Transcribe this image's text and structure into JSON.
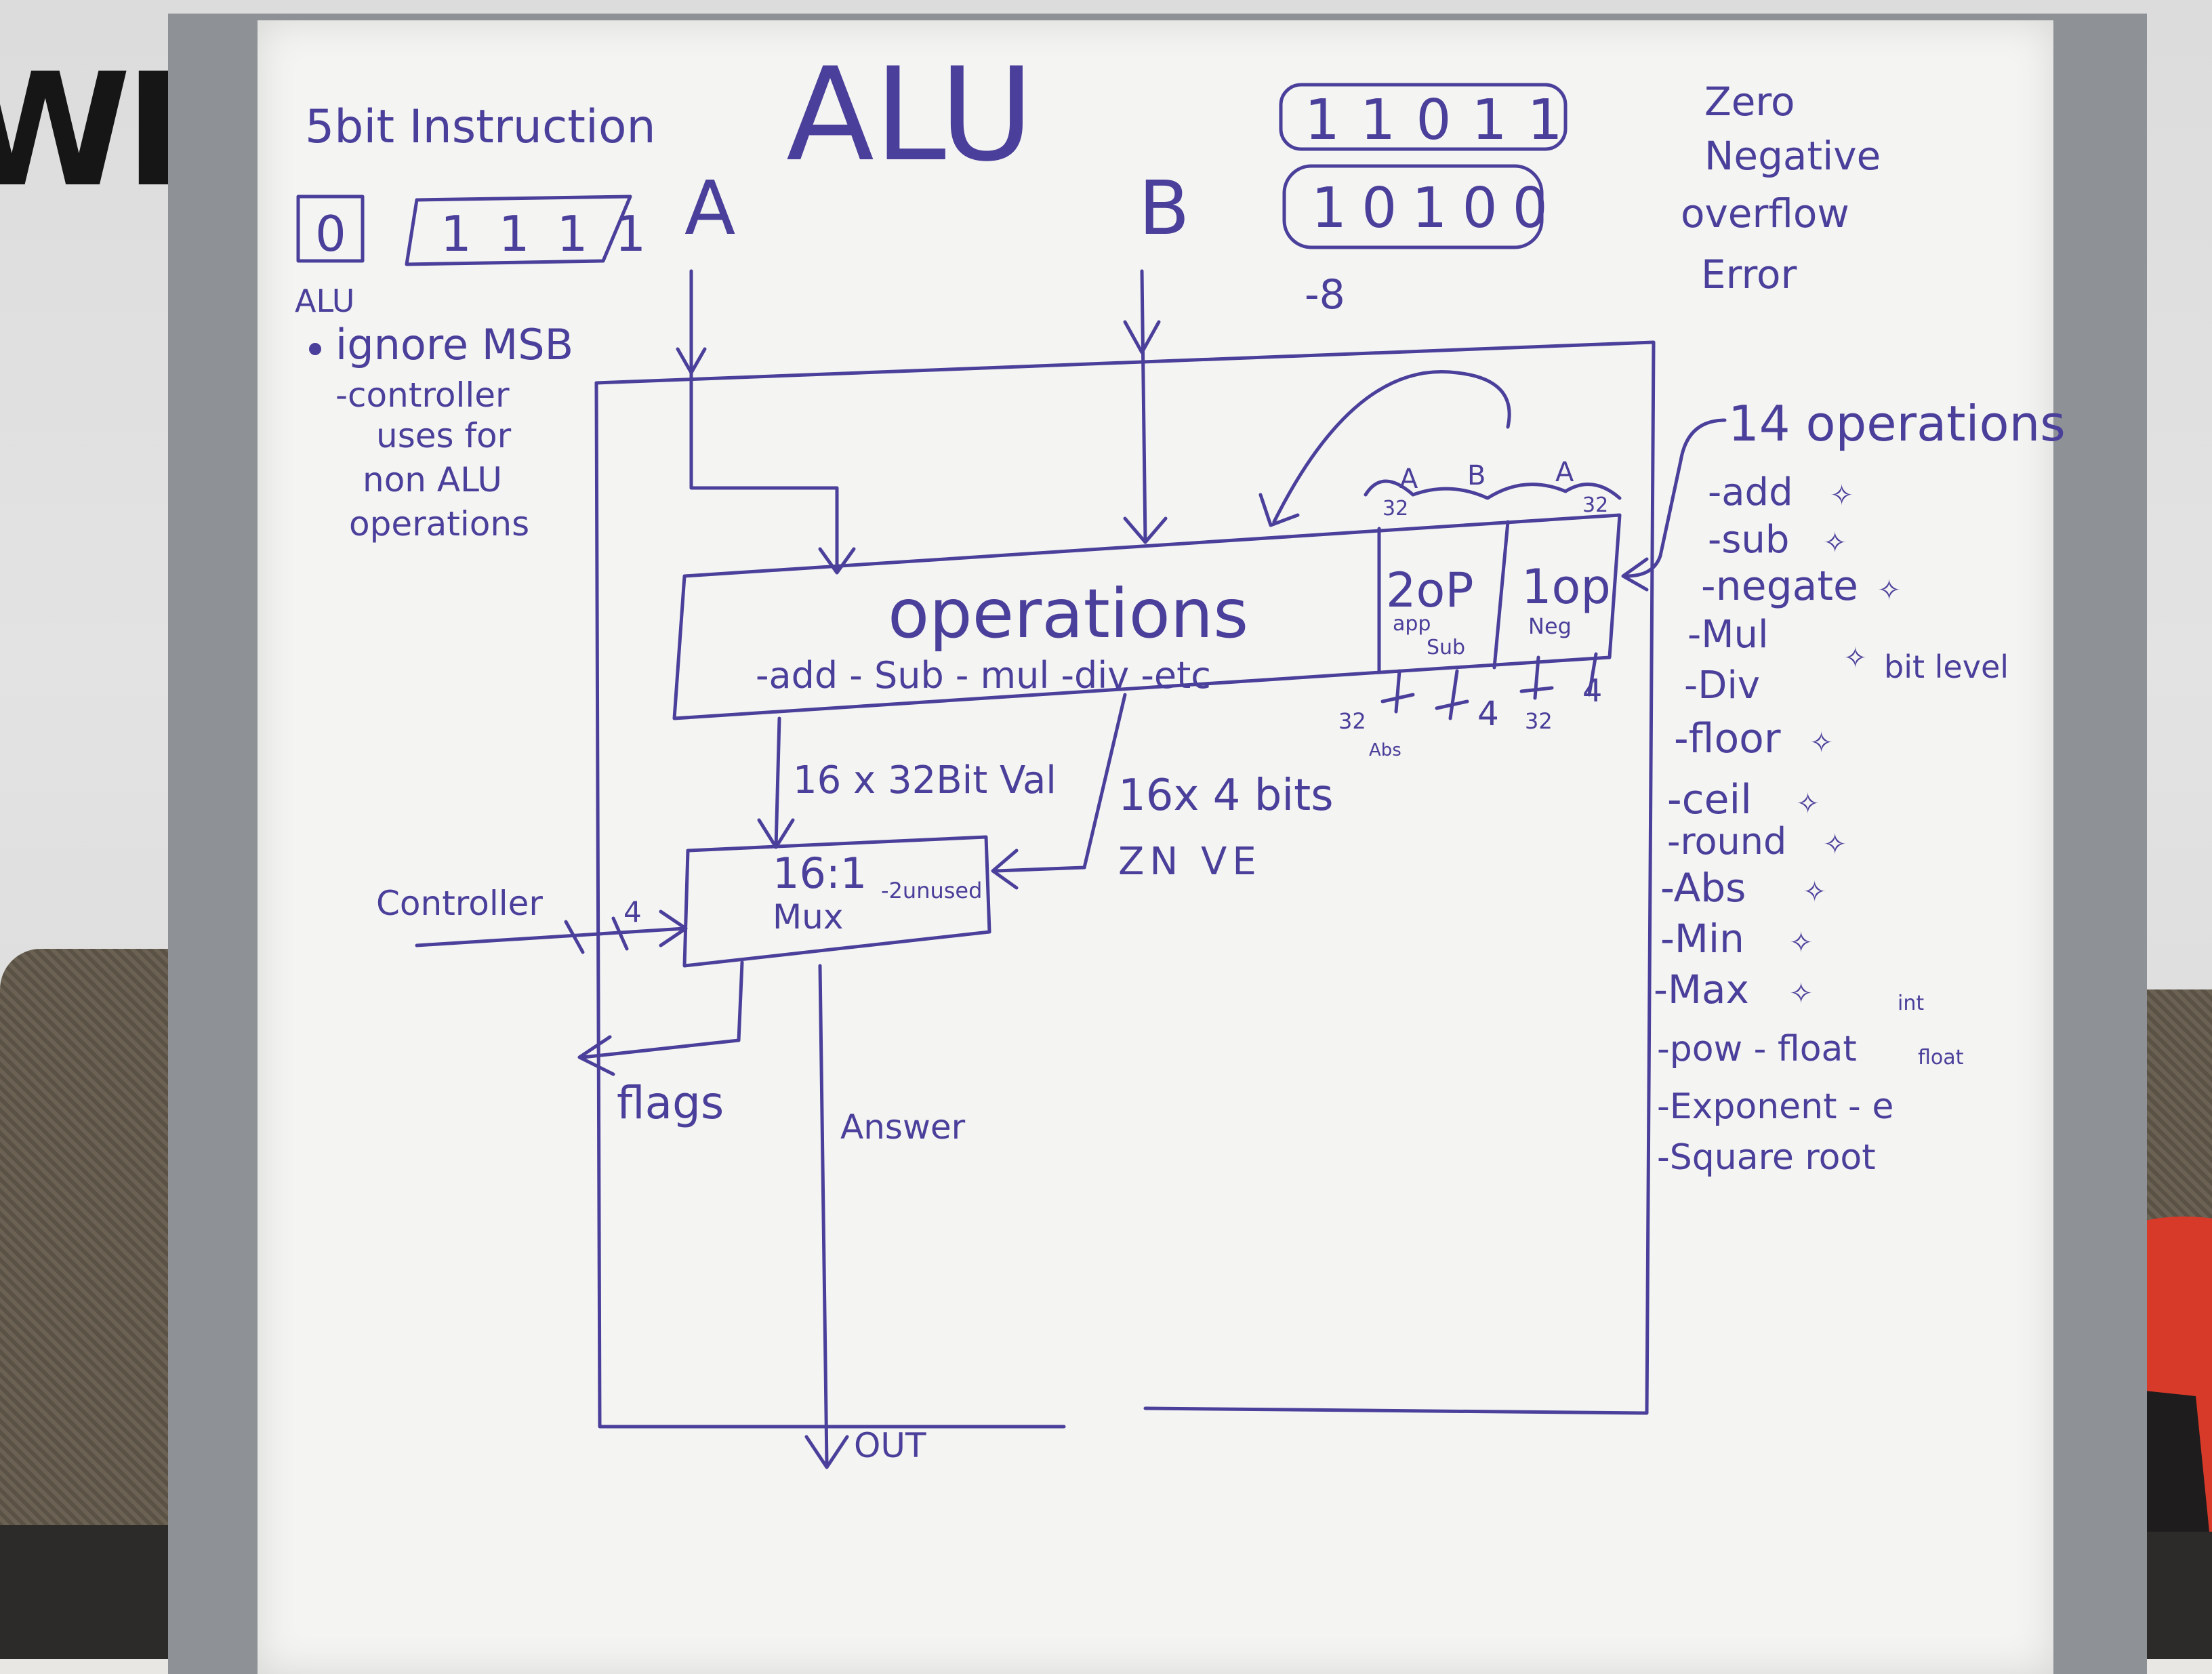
{
  "wall": {
    "sign_letters": "WI"
  },
  "board": {
    "title": "ALU",
    "instruction": {
      "label": "5bit Instruction",
      "first_bit": "0",
      "rest_bits": "1111",
      "box_label": "ALU"
    },
    "notes": {
      "ignore_msb": "ignore MSB",
      "line1": "-controller",
      "line2": "uses for",
      "line3": "non ALU",
      "line4": "operations"
    },
    "inputs": {
      "a": "A",
      "b": "B"
    },
    "binary_example": {
      "top": "11011",
      "bottom": "10100",
      "value": "-8"
    },
    "flags_list": [
      "Zero",
      "Negative",
      "overflow",
      "Error"
    ],
    "operations_block": {
      "title": "operations",
      "subtitle": "-add - Sub - mul -div -etc",
      "two_op": "2oP",
      "two_op_sub1": "app",
      "two_op_sub2": "Sub",
      "one_op": "1op",
      "one_op_sub": "Neg",
      "top_a": "A",
      "top_b": "B",
      "top_a2": "A",
      "top_32a": "32",
      "top_32b": "32",
      "bot_32": "32",
      "bot_abs": "Abs",
      "bot_4": "4",
      "bot_32b": "32",
      "bot_4b": "4"
    },
    "bus_values": "16 x 32Bit Val",
    "bus_flags": "16x 4 bits",
    "flag_letters": "ZN VE",
    "mux": {
      "line1": "16:1",
      "line2": "Mux",
      "unused": "-2unused"
    },
    "controller": {
      "label": "Controller",
      "width": "4"
    },
    "flags_out": "flags",
    "answer": "Answer",
    "out": "OUT",
    "ops_header": "14 operations",
    "ops_list": [
      "-add",
      "-sub",
      "-negate",
      "-Mul",
      "-Div",
      "-floor",
      "-ceil",
      "-round",
      "-Abs",
      "-Min",
      "-Max",
      "-pow - float",
      "-Exponent - e",
      "-Square root"
    ],
    "ops_int_note": "int",
    "ops_float_note": "float",
    "bit_level": "bit level"
  }
}
